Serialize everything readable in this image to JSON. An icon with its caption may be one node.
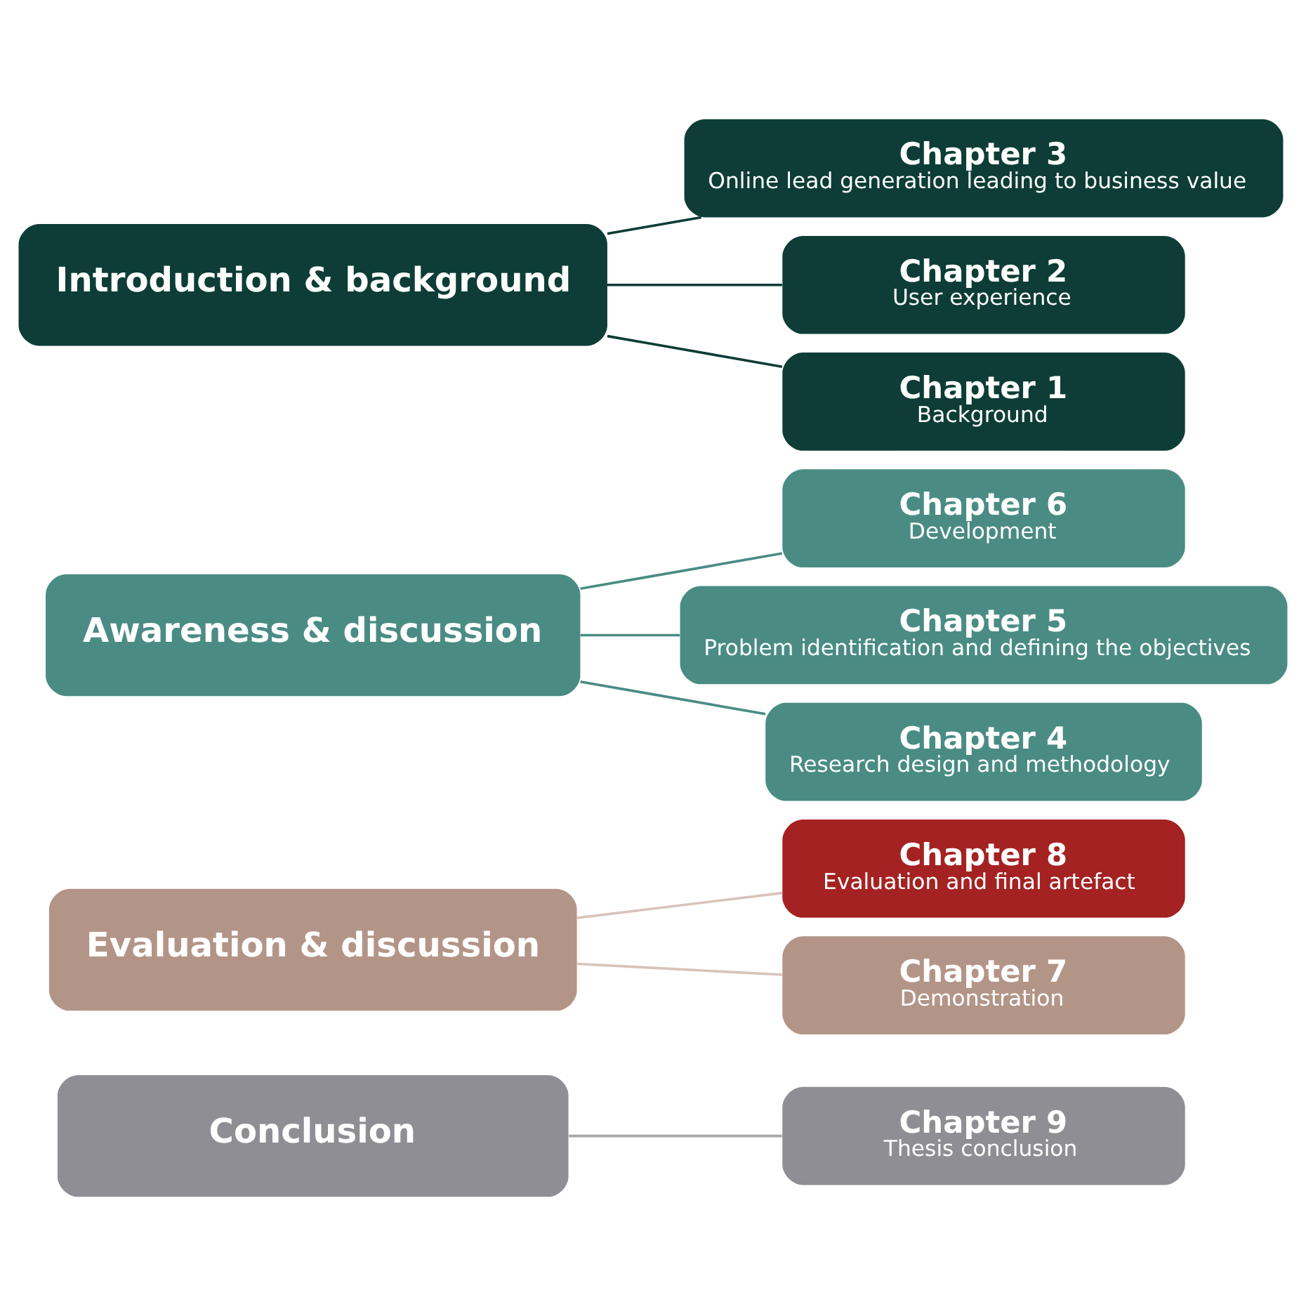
{
  "diagram": {
    "nodes": [
      {
        "text": [
          "Introduction & background"
        ]
      },
      {
        "text": [
          "Chapter 1",
          "Background"
        ]
      },
      {
        "text": [
          "Chapter 2",
          "User experience"
        ]
      },
      {
        "text": [
          "Chapter 3",
          "Online lead generation leading to business value"
        ]
      },
      {
        "text": [
          "Awareness & discussion"
        ]
      },
      {
        "text": [
          "Chapter 4",
          "Research design and methodology"
        ]
      },
      {
        "text": [
          "Chapter 5",
          "Problem identification and defining the objectives"
        ]
      },
      {
        "text": [
          "Chapter 6",
          "Development"
        ]
      },
      {
        "text": [
          "Evaluation & discussion"
        ]
      },
      {
        "text": [
          "Chapter 7",
          "Demonstration"
        ]
      },
      {
        "text": [
          "Chapter 8",
          "Evaluation and final artefact"
        ]
      },
      {
        "text": [
          "Conclusion"
        ]
      },
      {
        "text": [
          "Chapter 9",
          "Thesis conclusion"
        ]
      }
    ],
    "edges": [
      {
        "from": 0,
        "to": 1,
        "arrow": "none",
        "color": "#0d3d36"
      },
      {
        "from": 0,
        "to": 2,
        "arrow": "none",
        "color": "#0d3d36"
      },
      {
        "from": 0,
        "to": 3,
        "arrow": "none",
        "color": "#0d3d36"
      },
      {
        "from": 4,
        "to": 5,
        "arrow": "none",
        "color": "#4a8c84"
      },
      {
        "from": 4,
        "to": 6,
        "arrow": "none",
        "color": "#4a8c84"
      },
      {
        "from": 4,
        "to": 7,
        "arrow": "none",
        "color": "#4a8c84"
      },
      {
        "from": 8,
        "to": 9,
        "arrow": "none",
        "color": "#d8c3ba"
      },
      {
        "from": 8,
        "to": 10,
        "arrow": "none",
        "color": "#d8c3ba"
      },
      {
        "from": 11,
        "to": 12,
        "arrow": "none",
        "color": "#a6a6ab"
      }
    ]
  }
}
